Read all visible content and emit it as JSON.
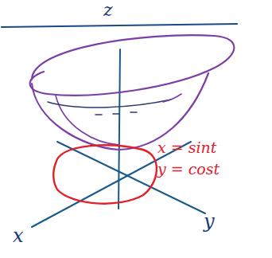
{
  "diagram": {
    "labels": [
      "z",
      "x = sint",
      "y = cost",
      "x",
      "y"
    ]
  }
}
